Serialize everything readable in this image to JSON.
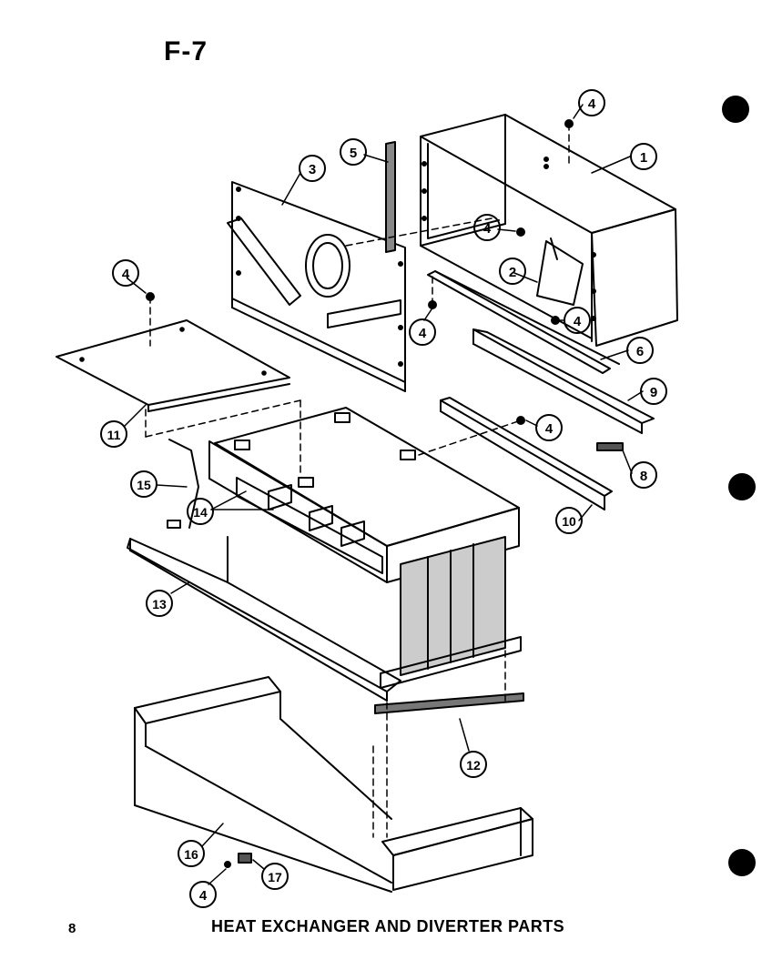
{
  "figure": {
    "code": "F-7",
    "page_number": "8",
    "caption": "HEAT EXCHANGER AND DIVERTER PARTS"
  },
  "callouts": [
    "1",
    "2",
    "3",
    "4",
    "4",
    "4",
    "4",
    "4",
    "4",
    "4",
    "5",
    "6",
    "8",
    "9",
    "10",
    "11",
    "12",
    "13",
    "14",
    "15",
    "16",
    "17"
  ],
  "colors": {
    "ink": "#000000",
    "paper": "#ffffff"
  }
}
